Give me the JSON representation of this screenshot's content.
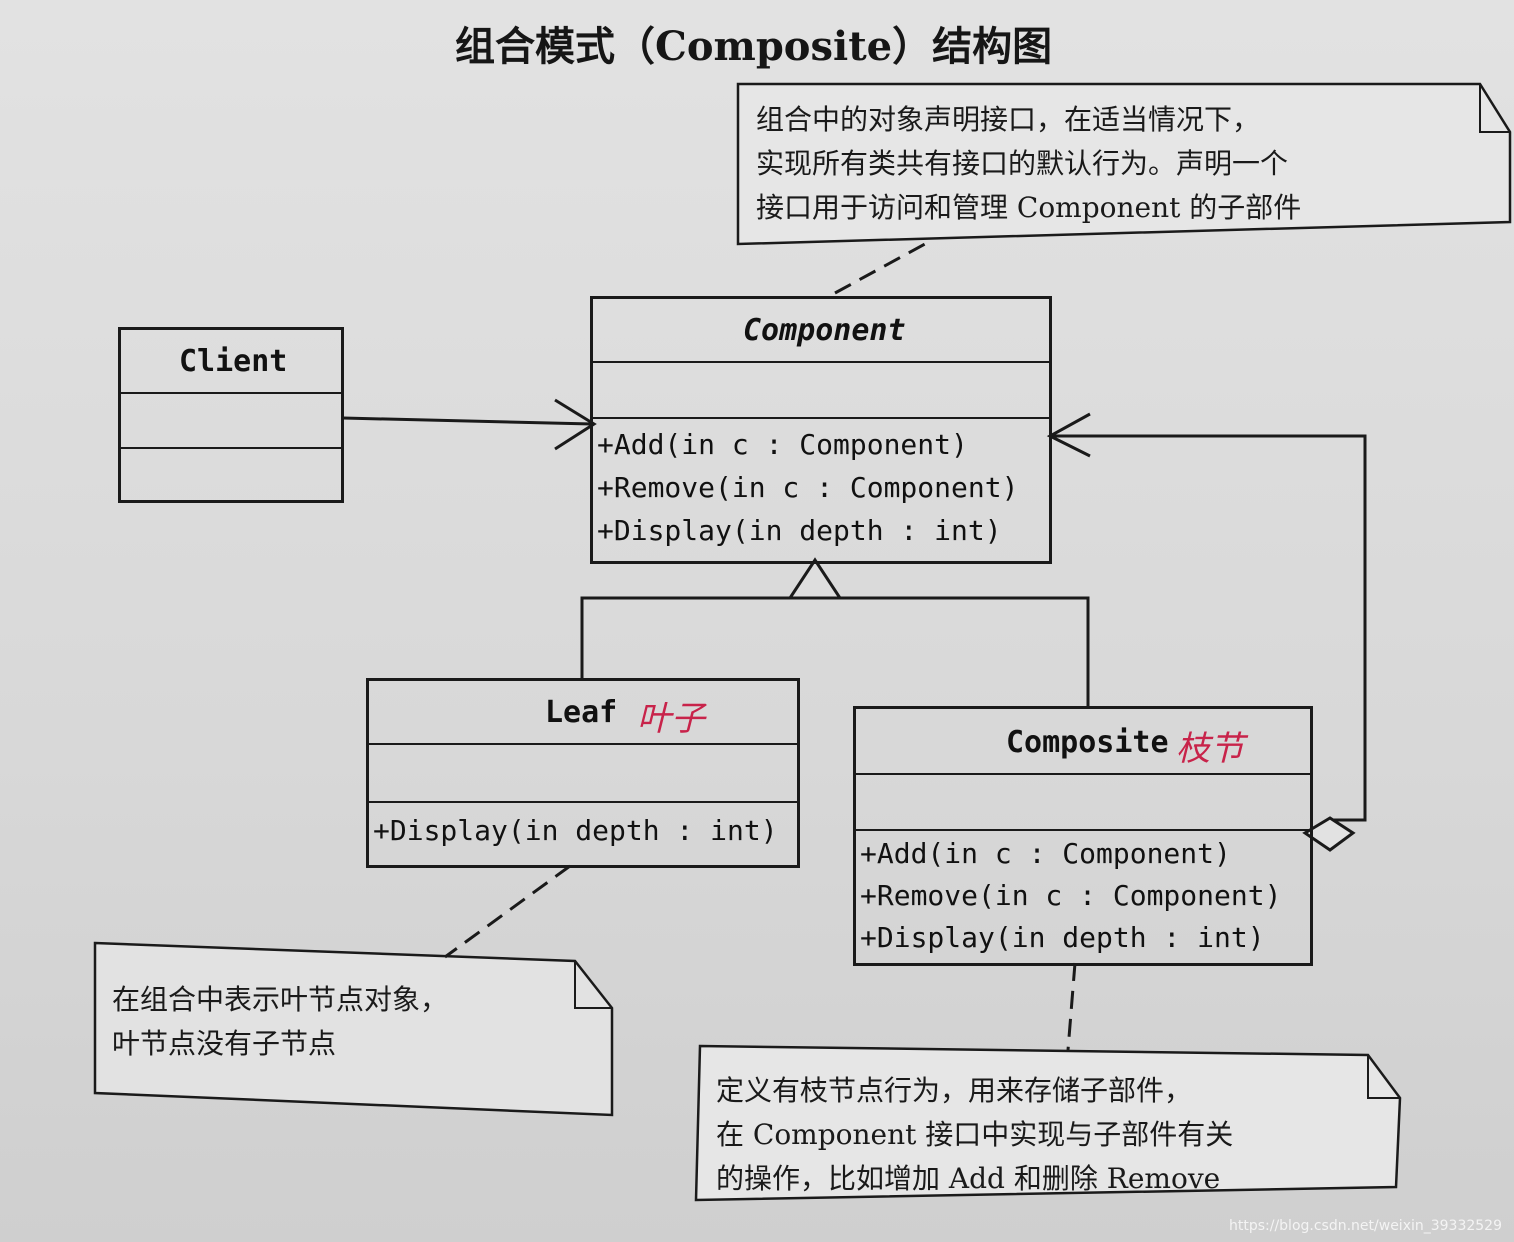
{
  "title": "组合模式（Composite）结构图",
  "notes": {
    "component": [
      "组合中的对象声明接口，在适当情况下，",
      "实现所有类共有接口的默认行为。声明一个",
      "接口用于访问和管理 Component 的子部件"
    ],
    "leaf": [
      "在组合中表示叶节点对象，",
      "叶节点没有子节点"
    ],
    "composite": [
      "定义有枝节点行为，用来存储子部件，",
      "在 Component 接口中实现与子部件有关",
      "的操作，比如增加 Add 和删除 Remove"
    ]
  },
  "classes": {
    "client": {
      "name": "Client"
    },
    "component": {
      "name": "Component",
      "operations": [
        "+Add(in c : Component)",
        "+Remove(in c : Component)",
        "+Display(in depth : int)"
      ]
    },
    "leaf": {
      "name": "Leaf",
      "annotation": "叶子",
      "operations": [
        "+Display(in depth : int)"
      ]
    },
    "composite": {
      "name": "Composite",
      "annotation": "枝节",
      "operations": [
        "+Add(in c : Component)",
        "+Remove(in c : Component)",
        "+Display(in depth : int)"
      ]
    }
  },
  "watermark": "https://blog.csdn.net/weixin_39332529"
}
